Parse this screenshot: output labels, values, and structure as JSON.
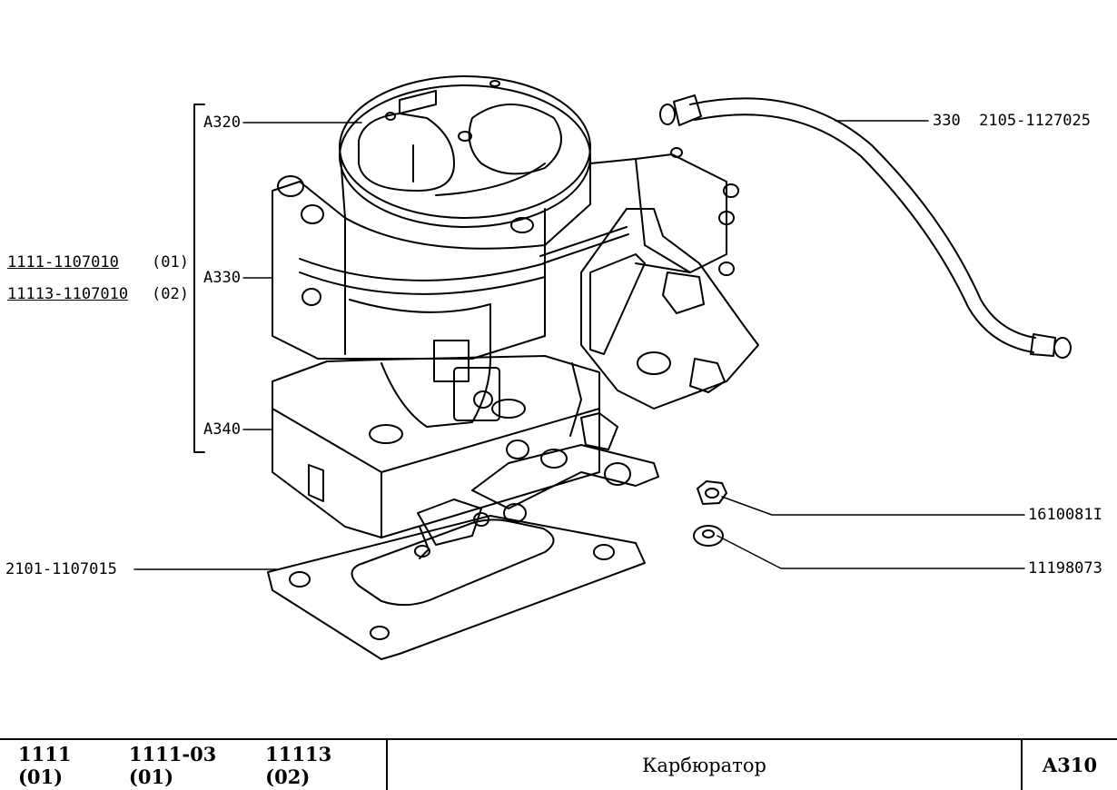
{
  "callouts": {
    "a320": "A320",
    "a330": "A330",
    "a340": "A340",
    "hose": "330  2105-1127025",
    "nut": "1610081I",
    "washer": "11198073",
    "gasket": "2101-1107015",
    "assembly_1_code": "1111-1107010",
    "assembly_1_var": "(01)",
    "assembly_2_code": "11113-1107010",
    "assembly_2_var": "(02)"
  },
  "footer": {
    "models": [
      "1111 (01)",
      "1111-03 (01)",
      "11113 (02)"
    ],
    "title": "Карбюратор",
    "code": "A310"
  }
}
